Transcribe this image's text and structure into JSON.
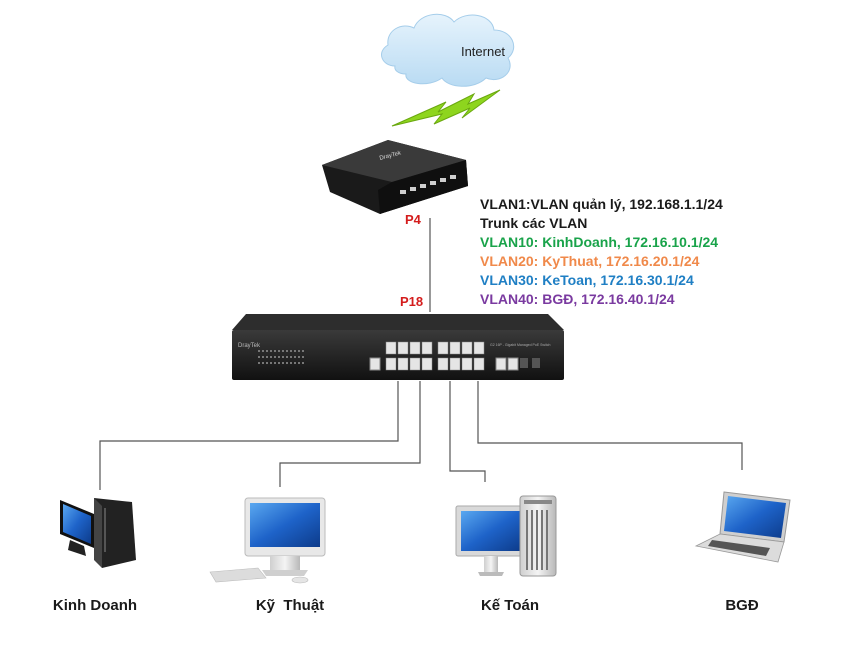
{
  "cloud": {
    "label": "Internet"
  },
  "router": {
    "brand": "DrayTek",
    "port_label": "P4"
  },
  "switch": {
    "brand": "DrayTek",
    "port_label": "P18",
    "model_text": "G2 16P - Gigabit Managed PoE Switch"
  },
  "vlan_info": {
    "lines": [
      {
        "text": "VLAN1:VLAN quản lý, 192.168.1.1/24",
        "color": "#1a1a1a"
      },
      {
        "text": "Trunk các VLAN",
        "color": "#1a1a1a"
      },
      {
        "text": "VLAN10: KinhDoanh, 172.16.10.1/24",
        "color": "#19a34a"
      },
      {
        "text": "VLAN20: KyThuat, 172.16.20.1/24",
        "color": "#f0894a"
      },
      {
        "text": "VLAN30: KeToan, 172.16.30.1/24",
        "color": "#1f7fc4"
      },
      {
        "text": "VLAN40: BGĐ, 172.16.40.1/24",
        "color": "#7a3aa0"
      }
    ]
  },
  "devices": [
    {
      "label": "Kinh Doanh",
      "icon": "desktop-tower-icon"
    },
    {
      "label": "Kỹ  Thuật",
      "icon": "imac-icon"
    },
    {
      "label": "Kế Toán",
      "icon": "mac-pro-icon"
    },
    {
      "label": "BGĐ",
      "icon": "laptop-icon"
    }
  ],
  "colors": {
    "port_label": "#d41c1c",
    "cloud": "#cfe6f7",
    "lightning": "#8ed51e",
    "device_body": "#222222",
    "screen": "#1e63c9"
  }
}
